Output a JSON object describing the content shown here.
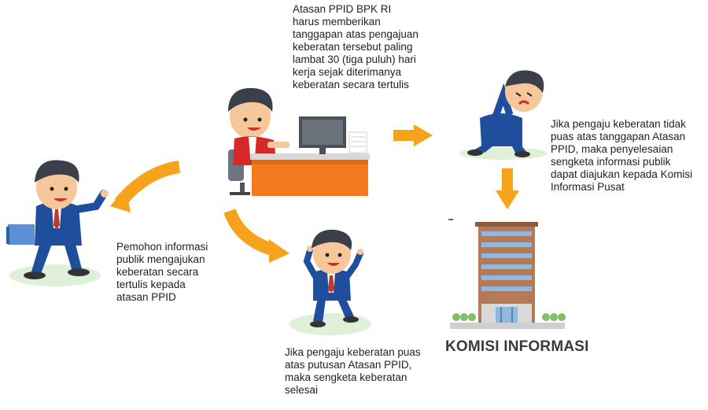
{
  "texts": {
    "top": "Atasan PPID BPK RI\nharus memberikan\ntanggapan atas pengajuan\nkeberatan tersebut paling\nlambat 30 (tiga puluh) hari\nkerja sejak diterimanya\nkeberatan secara tertulis",
    "right": "Jika pengaju keberatan tidak\npuas atas tanggapan Atasan\nPPID, maka penyelesaian\nsengketa informasi publik\ndapat diajukan kepada Komisi\nInformasi Pusat",
    "left": "Pemohon informasi\npublik mengajukan\nkeberatan secara\ntertulis kepada\natasan PPID",
    "bottom": "Jika pengaju keberatan puas\natas putusan Atasan PPID,\nmaka sengketa keberatan\nselesai"
  },
  "building_label": "KOMISI INFORMASI",
  "colors": {
    "arrow": "#f7a21b",
    "desk": "#f47a20",
    "suit": "#1f4e9c",
    "hair": "#3b3f4a",
    "skin": "#f6c79b",
    "ground": "#dff0d8",
    "building": "#b47a56",
    "windows": "#8fb9e3"
  }
}
